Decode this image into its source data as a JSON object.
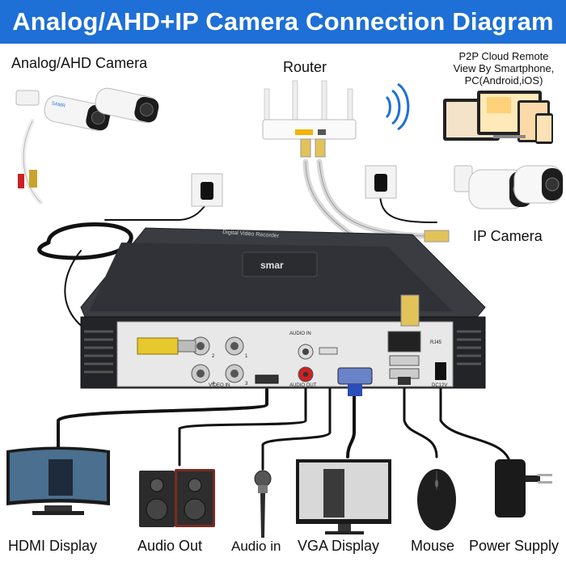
{
  "header": {
    "title": "Analog/AHD+IP Camera Connection Diagram"
  },
  "devices": {
    "analog_camera": "Analog/AHD Camera",
    "router": "Router",
    "cloud": {
      "line1": "P2P Cloud Remote",
      "line2": "View By Smartphone,",
      "line3": "PC(Android,iOS)"
    },
    "ip_camera": "IP Camera"
  },
  "dvr": {
    "brand": "smar",
    "top_label": "Digital Video Recorder",
    "port_labels": {
      "audio_in": "AUDIO IN",
      "audio_out": "AUDIO OUT",
      "video_in": "VIDEO IN",
      "rj45": "RJ45",
      "dc": "DC12V",
      "ch1": "1",
      "ch2": "2",
      "ch3": "3",
      "ch4": "4"
    }
  },
  "outputs": [
    {
      "label": "HDMI Display"
    },
    {
      "label": "Audio Out"
    },
    {
      "label": "Audio in"
    },
    {
      "label": "VGA Display"
    },
    {
      "label": "Mouse"
    },
    {
      "label": "Power Supply"
    }
  ],
  "colors": {
    "banner": "#1e6fd6",
    "dvr_body": "#2b2d31",
    "cable": "#111111",
    "lan_cable": "#d9d9d9"
  }
}
